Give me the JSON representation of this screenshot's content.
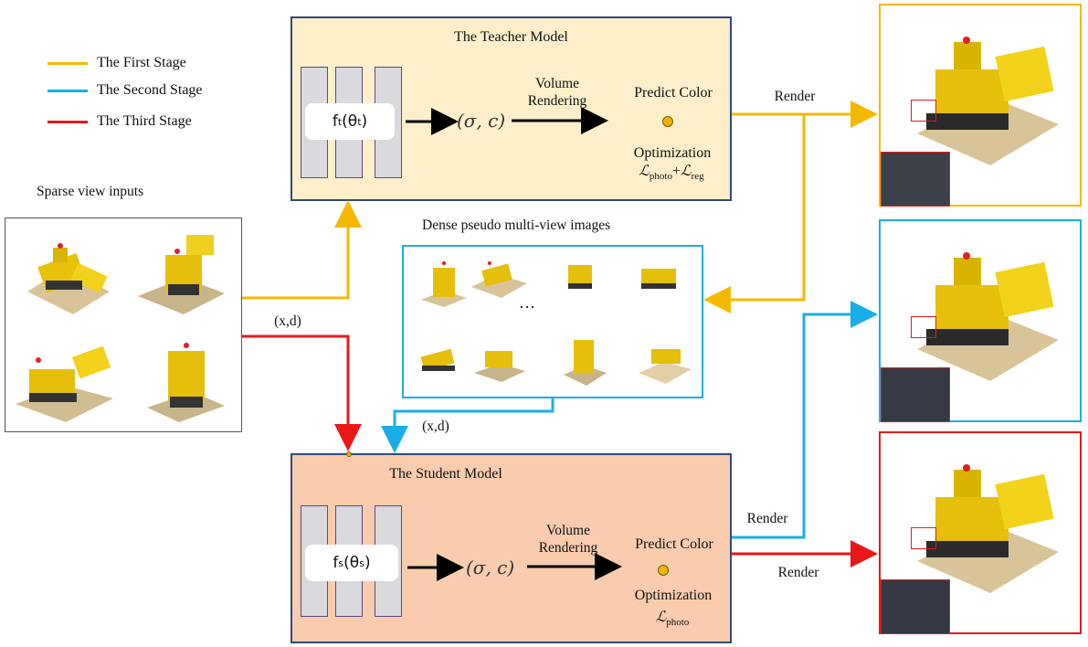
{
  "legend": {
    "first": "The First Stage",
    "second": "The Second Stage",
    "third": "The Third Stage"
  },
  "colors": {
    "first_stage": "#f5b800",
    "second_stage": "#1aaee8",
    "third_stage": "#e81818",
    "teacher_fill": "#fcefc9",
    "student_fill": "#f8ccad",
    "box_border": "#2f4a7a"
  },
  "sparse_label": "Sparse view inputs",
  "dense_label": "Dense pseudo multi-view  images",
  "dense_ellipsis": "…",
  "teacher": {
    "title": "The Teacher  Model",
    "func_main": "f",
    "func_sub": "t",
    "func_param": "(θ",
    "func_param_sub": "t",
    "func_close": ")",
    "sigma_c": "(σ, c)",
    "volume_rendering": "Volume\nRendering",
    "predict_color": "Predict Color",
    "optimization": "Optimization",
    "loss_a": "ℒ",
    "loss_a_sub": "photo",
    "loss_plus": "+",
    "loss_b": "ℒ",
    "loss_b_sub": "reg"
  },
  "student": {
    "title": "The Student  Model",
    "func_main": "f",
    "func_sub": "s",
    "func_param": "(θ",
    "func_param_sub": "s",
    "func_close": ")",
    "sigma_c": "(σ, c)",
    "volume_rendering": "Volume\nRendering",
    "predict_color": "Predict Color",
    "optimization": "Optimization",
    "loss_a": "ℒ",
    "loss_a_sub": "photo"
  },
  "arrow_labels": {
    "render_top": "Render",
    "render_student_blue": "Render",
    "render_student_red": "Render",
    "xd_left": "(x,d)",
    "xd_dense": "(x,d)"
  }
}
